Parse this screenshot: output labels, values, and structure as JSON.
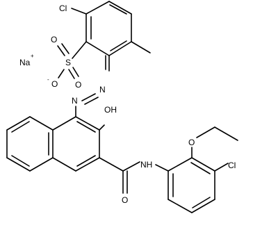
{
  "molecule": {
    "atoms": {
      "cl_top": "Cl",
      "na": "Na",
      "na_charge": "+",
      "s": "S",
      "o_s_top": "O",
      "o_s_bottom": "O",
      "o_s_minus": "O",
      "o_minus_charge": "-",
      "n1": "N",
      "n2": "N",
      "oh": "OH",
      "nh": "NH",
      "o_amide": "O",
      "o_ether": "O",
      "cl_right": "Cl"
    }
  }
}
